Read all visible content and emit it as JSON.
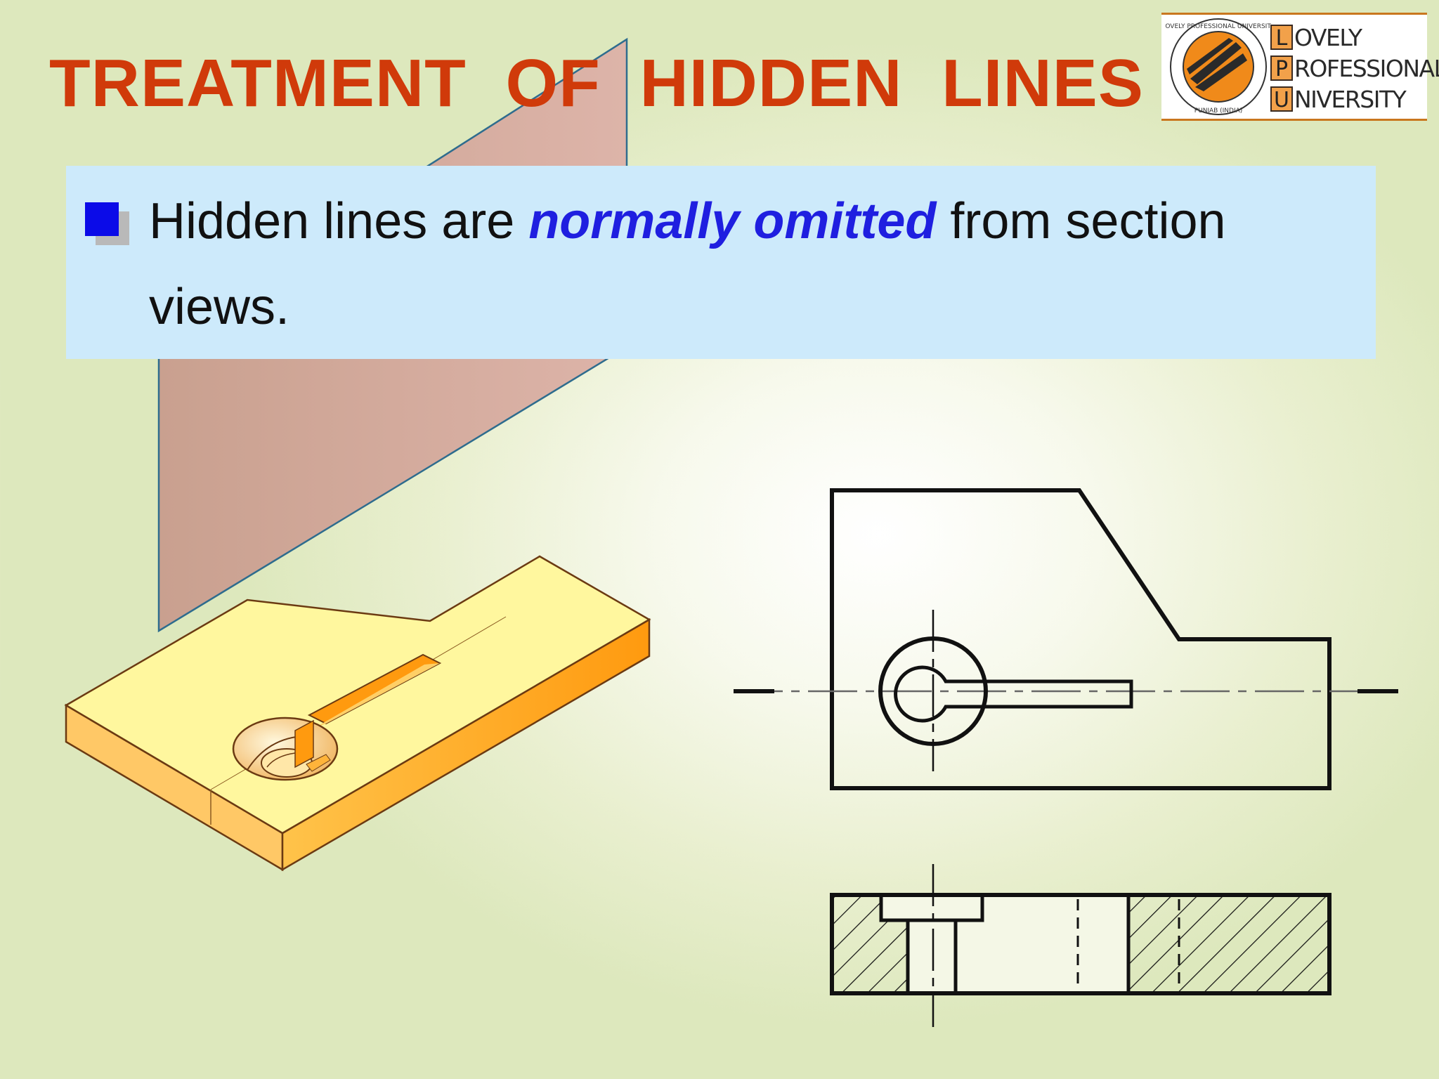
{
  "slide": {
    "title": "TREATMENT  OF  HIDDEN  LINES",
    "bullet": {
      "before": "Hidden lines are ",
      "emphasis": "normally omitted",
      "after": " from section views."
    }
  },
  "logo": {
    "seal_top_text": "LOVELY PROFESSIONAL UNIVERSITY",
    "seal_bottom_text": "PUNJAB (INDIA)",
    "rows": [
      {
        "initial": "L",
        "rest": "OVELY"
      },
      {
        "initial": "P",
        "rest": "ROFESSIONAL"
      },
      {
        "initial": "U",
        "rest": "NIVERSITY"
      }
    ]
  },
  "colors": {
    "title": "#d03a0a",
    "emphasis": "#1f1fe0",
    "bullet": "#0b0be8",
    "callout_bg": "#cdeafb",
    "cutting_plane": "#cfa596",
    "part_top": "#fff79e",
    "part_side": "#ff9a0f"
  }
}
